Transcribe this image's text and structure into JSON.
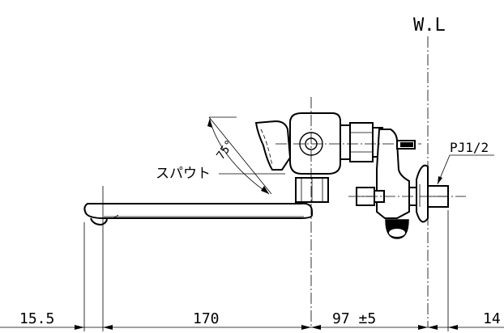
{
  "labels": {
    "water_line": "W.L",
    "spout": "スパウト",
    "angle": "75°",
    "thread": "PJ1/2"
  },
  "dimensions": {
    "d1": "15.5",
    "d2": "170",
    "d3": "97 ±5",
    "d4": "14"
  }
}
